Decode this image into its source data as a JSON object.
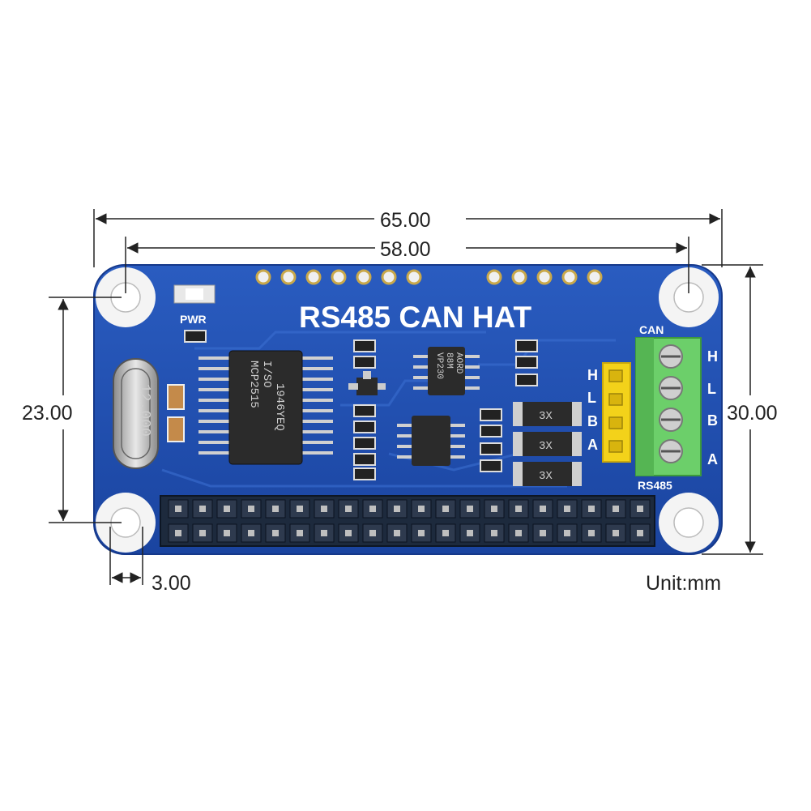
{
  "dimensions": {
    "overall_width": "65.00",
    "hole_spacing_x": "58.00",
    "hole_spacing_y": "23.00",
    "overall_height": "30.00",
    "hole_edge_offset": "3.00",
    "unit": "Unit:mm"
  },
  "board": {
    "title": "RS485 CAN HAT",
    "pwr_label": "PWR",
    "can_label": "CAN",
    "rs485_label": "RS485",
    "can_pins": [
      "H",
      "L",
      "B",
      "A"
    ],
    "rs485_pins": [
      "H",
      "L",
      "B",
      "A"
    ],
    "crystal_marking": "12.000",
    "main_chip_lines": [
      "MCP2515",
      "I/SO",
      "1946YEQ"
    ],
    "transceiver_chip_lines": [
      "VP230",
      "88M",
      "AORD"
    ],
    "diode_marking": "3X",
    "colors": {
      "pcb": "#1f4fae",
      "terminal": "#6ccf6a",
      "header_yellow": "#f3d21a",
      "chip": "#2b2b2b"
    }
  }
}
